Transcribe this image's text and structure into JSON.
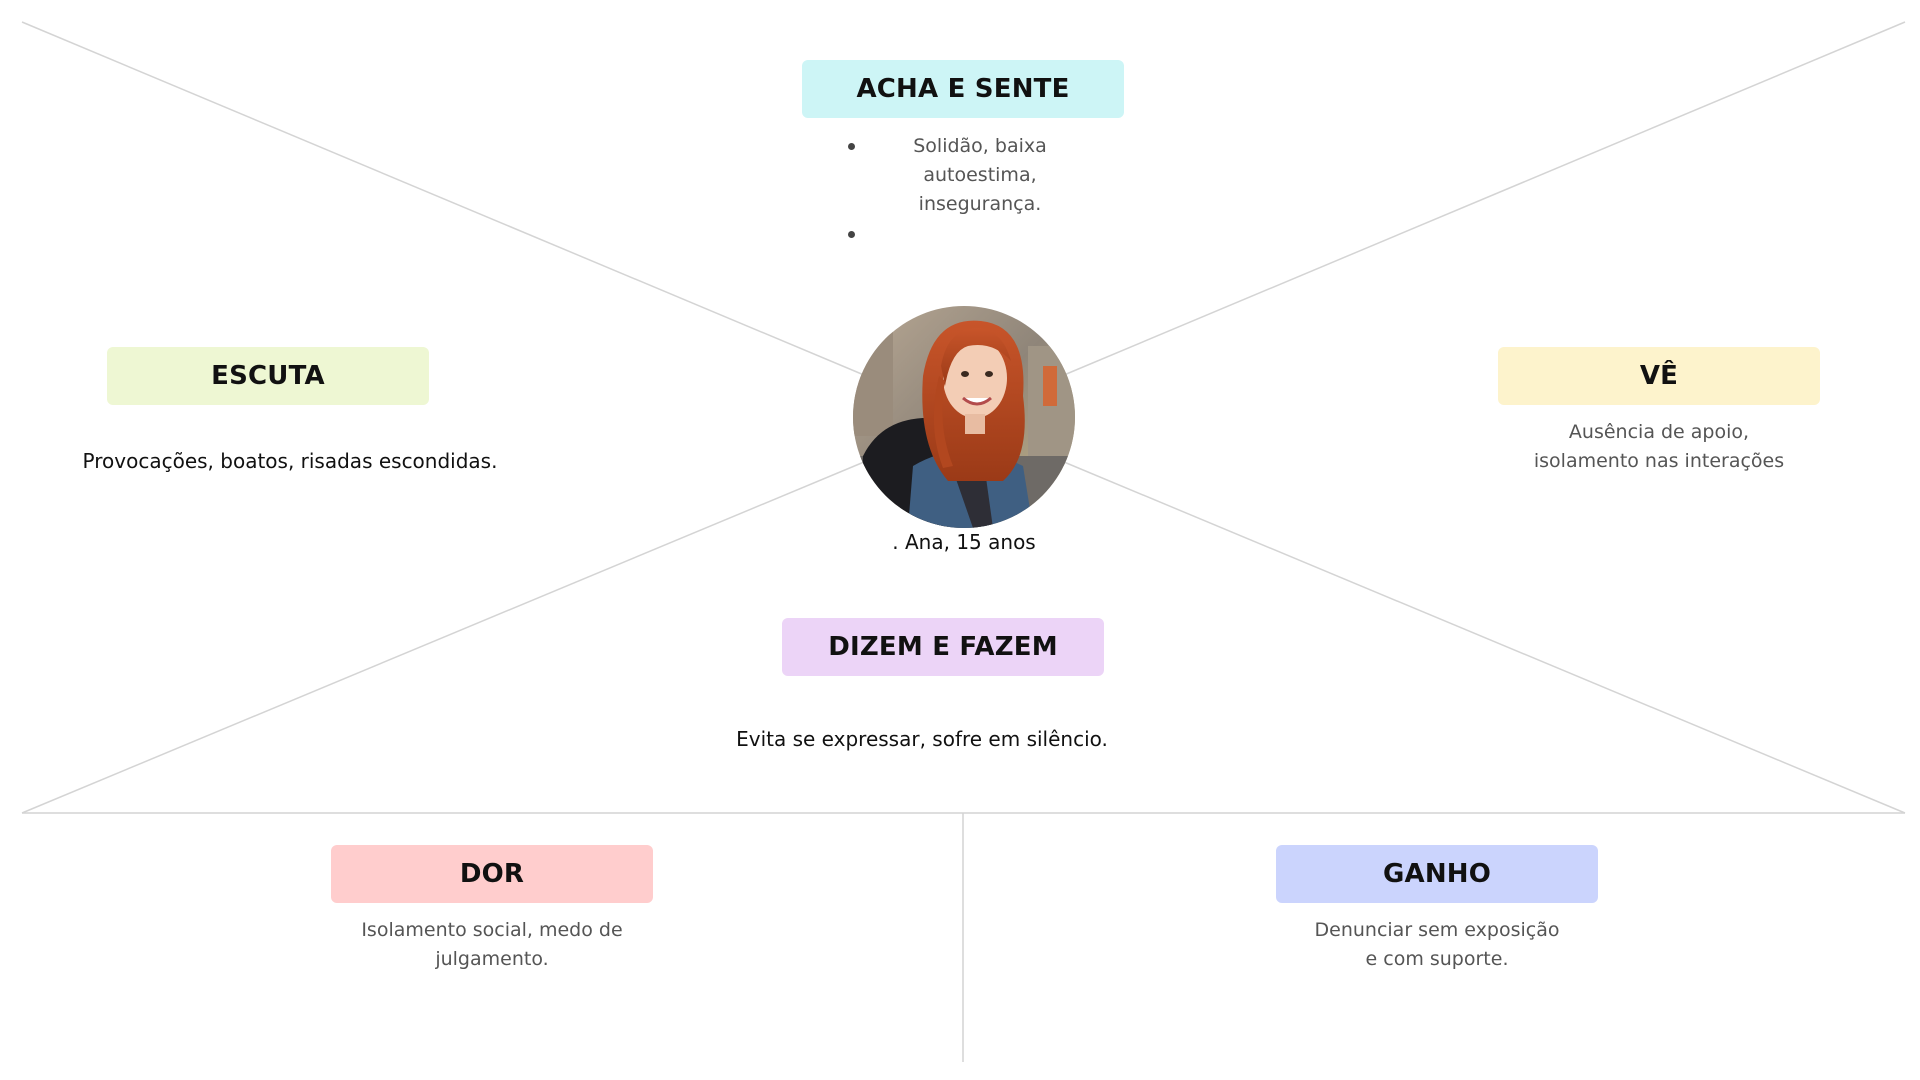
{
  "colors": {
    "acha_bg": "#cdf5f6",
    "escuta_bg": "#eef7d3",
    "ve_bg": "#fdf3cc",
    "dizem_bg": "#ecd4f7",
    "dor_bg": "#ffcdcd",
    "ganho_bg": "#cbd4fd",
    "line": "#d4d4d4"
  },
  "acha_sente": {
    "title": "ACHA E SENTE",
    "items": [
      "Solidão, baixa",
      "autoestima,",
      "insegurança."
    ]
  },
  "escuta": {
    "title": "ESCUTA",
    "text": "Provocações, boatos, risadas escondidas."
  },
  "ve": {
    "title": "VÊ",
    "lines": [
      "Ausência de apoio,",
      "isolamento nas interações"
    ]
  },
  "persona": {
    "caption": ". Ana, 15 anos",
    "photo": "red-haired-teen-girl-with-backpack"
  },
  "dizem_fazem": {
    "title": "DIZEM E FAZEM",
    "text": "Evita se expressar, sofre em silêncio."
  },
  "dor": {
    "title": "DOR",
    "lines": [
      "Isolamento social, medo de",
      "julgamento."
    ]
  },
  "ganho": {
    "title": "GANHO",
    "lines": [
      "Denunciar sem exposição",
      "e com suporte."
    ]
  }
}
